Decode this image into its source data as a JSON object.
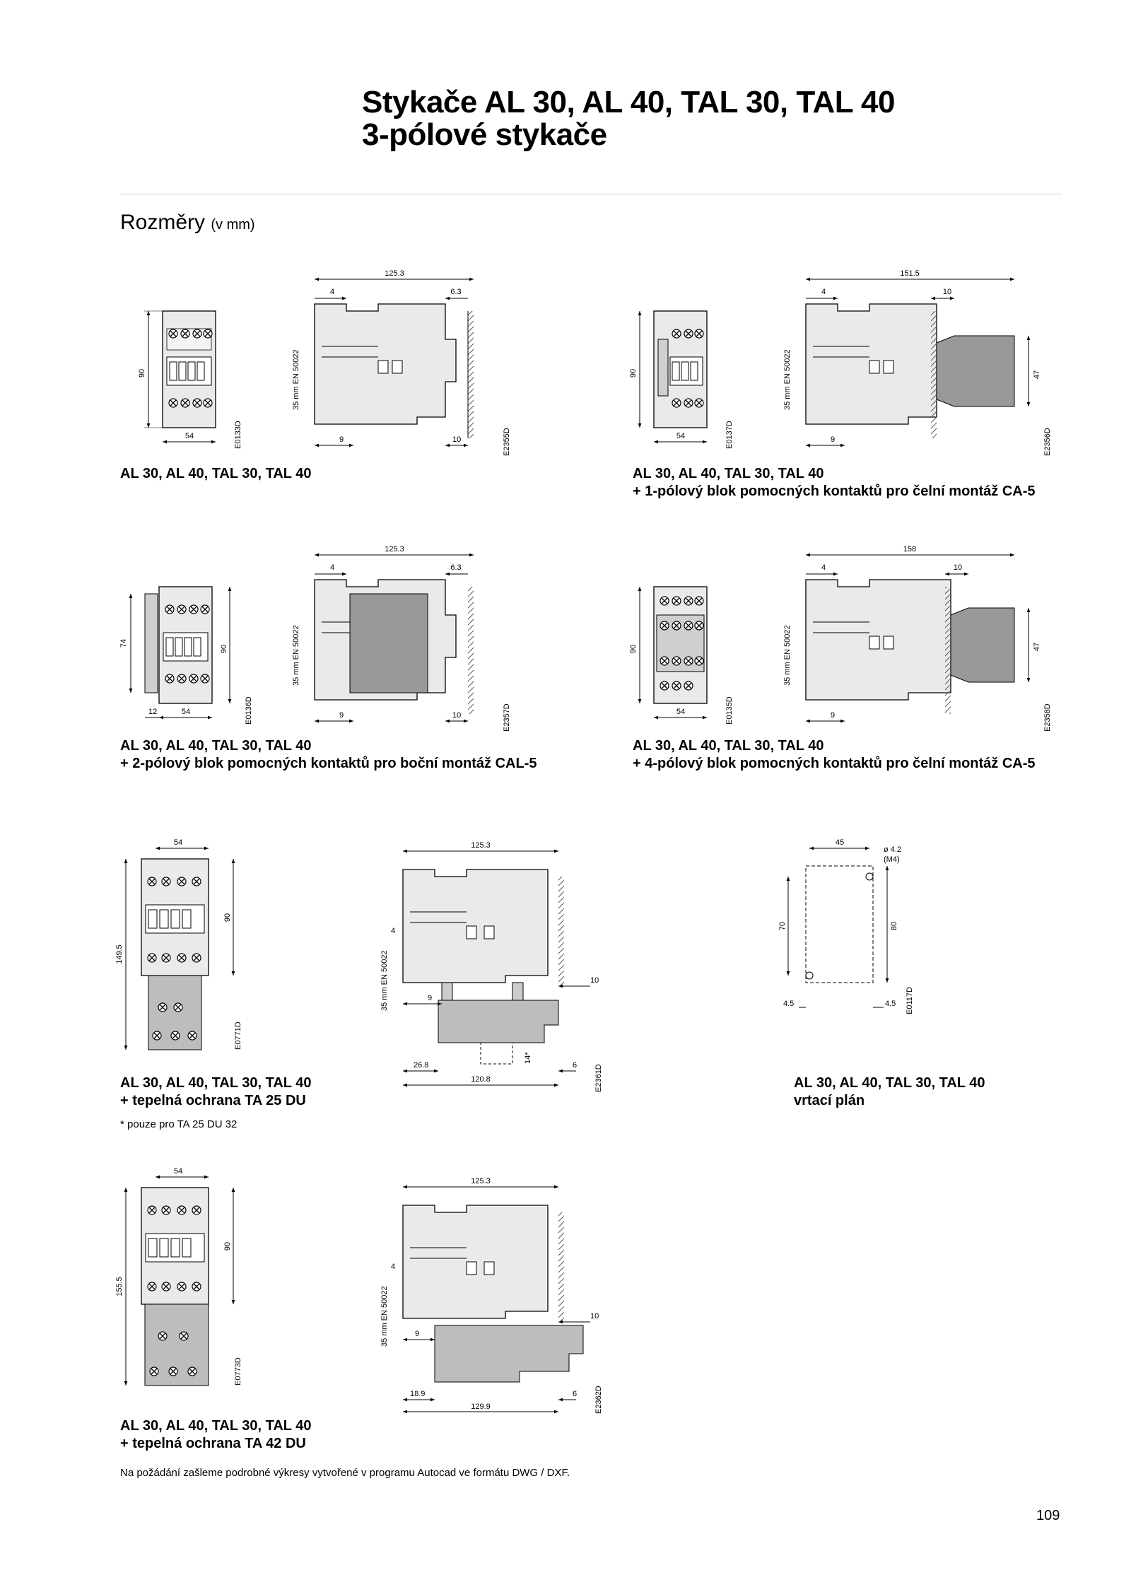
{
  "title_line1": "Stykače AL 30, AL 40, TAL 30, TAL 40",
  "title_line2": "3-pólové stykače",
  "section_title": "Rozměry",
  "section_unit": "(v mm)",
  "figures": [
    {
      "caption_line1": "AL 30, AL 40, TAL 30, TAL 40",
      "caption_line2": "",
      "front": {
        "code": "E0133D",
        "height": "90",
        "width": "54"
      },
      "side": {
        "code": "E2355D",
        "length": "125.3",
        "d1": "4",
        "d2": "6.3",
        "d3": "9",
        "d4": "10",
        "rail": "35 mm EN 50022"
      }
    },
    {
      "caption_line1": "AL 30, AL 40, TAL 30, TAL 40",
      "caption_line2": "+ 1-pólový blok pomocných kontaktů pro čelní montáž CA-5",
      "front": {
        "code": "E0137D",
        "height": "90",
        "width": "54"
      },
      "side": {
        "code": "E2356D",
        "length": "151.5",
        "d1": "4",
        "d2": "10",
        "d3": "9",
        "d4": "47",
        "rail": "35 mm EN 50022"
      }
    },
    {
      "caption_line1": "AL 30, AL 40, TAL 30, TAL 40",
      "caption_line2": "+ 2-pólový blok pomocných kontaktů pro boční montáž CAL-5",
      "front": {
        "code": "E0136D",
        "height": "90",
        "height2": "74",
        "width": "54",
        "width2": "12"
      },
      "side": {
        "code": "E2357D",
        "length": "125.3",
        "d1": "4",
        "d2": "6.3",
        "d3": "9",
        "d4": "10",
        "rail": "35 mm EN 50022"
      }
    },
    {
      "caption_line1": "AL 30, AL 40, TAL 30, TAL 40",
      "caption_line2": "+ 4-pólový blok pomocných kontaktů pro čelní montáž CA-5",
      "front": {
        "code": "E0135D",
        "height": "90",
        "width": "54"
      },
      "side": {
        "code": "E2358D",
        "length": "158",
        "d1": "4",
        "d2": "10",
        "d3": "9",
        "d4": "47",
        "rail": "35 mm EN 50022"
      }
    },
    {
      "caption_line1": "AL 30, AL 40, TAL 30, TAL 40",
      "caption_line2": "+ tepelná ochrana TA 25 DU",
      "note": "* pouze pro TA 25 DU 32",
      "front": {
        "code": "E0771D",
        "height": "90",
        "total": "149.5",
        "width": "54"
      },
      "side": {
        "code": "E2361D",
        "length": "125.3",
        "d1": "4",
        "d3": "9",
        "d4": "10",
        "a": "26.8",
        "b": "14*",
        "c": "6",
        "total": "120.8",
        "rail": "35 mm EN 50022"
      }
    },
    {
      "caption_line1": "AL 30, AL 40, TAL 30, TAL 40",
      "caption_line2": "vrtací plán",
      "plan": {
        "code": "E0117D",
        "width": "45",
        "hole": "ø 4.2",
        "thread": "(M4)",
        "h1": "70",
        "h2": "80",
        "m1": "4.5",
        "m2": "4.5"
      }
    },
    {
      "caption_line1": "AL 30, AL 40, TAL 30, TAL 40",
      "caption_line2": "+ tepelná ochrana TA 42 DU",
      "front": {
        "code": "E0773D",
        "height": "90",
        "total": "155.5",
        "width": "54"
      },
      "side": {
        "code": "E2362D",
        "length": "125.3",
        "d1": "4",
        "d3": "9",
        "d4": "10",
        "a": "18.9",
        "c": "6",
        "total": "129.9",
        "rail": "35 mm EN 50022"
      }
    }
  ],
  "footnote": "Na požádání zašleme podrobné výkresy vytvořené v programu Autocad ve formátu DWG / DXF.",
  "page_number": "109"
}
